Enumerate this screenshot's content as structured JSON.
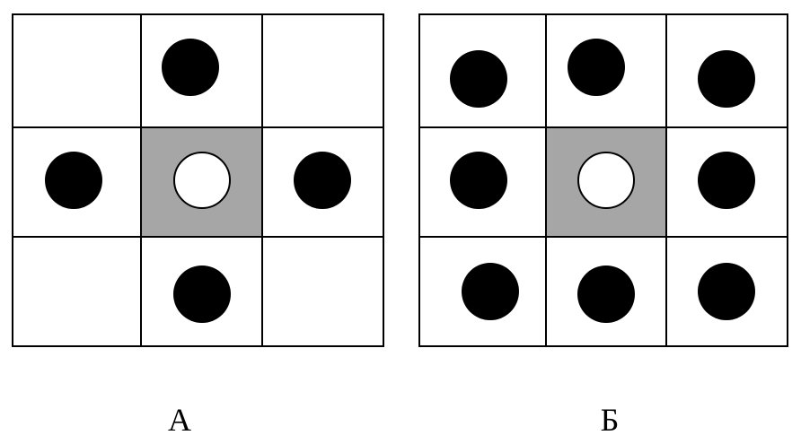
{
  "diagrams": [
    {
      "label": "А",
      "center_cell_color": "#a6a6a6",
      "center_marker": "white-circle",
      "neighbor_marker": "black-circle",
      "occupied_neighbors": [
        "top",
        "left",
        "right",
        "bottom"
      ]
    },
    {
      "label": "Б",
      "center_cell_color": "#a6a6a6",
      "center_marker": "white-circle",
      "neighbor_marker": "black-circle",
      "occupied_neighbors": [
        "top-left",
        "top",
        "top-right",
        "left",
        "right",
        "bottom-left",
        "bottom",
        "bottom-right"
      ]
    }
  ],
  "colors": {
    "grid_line": "#000000",
    "center_fill": "#a6a6a6",
    "black_dot": "#000000",
    "white_dot": "#ffffff"
  }
}
